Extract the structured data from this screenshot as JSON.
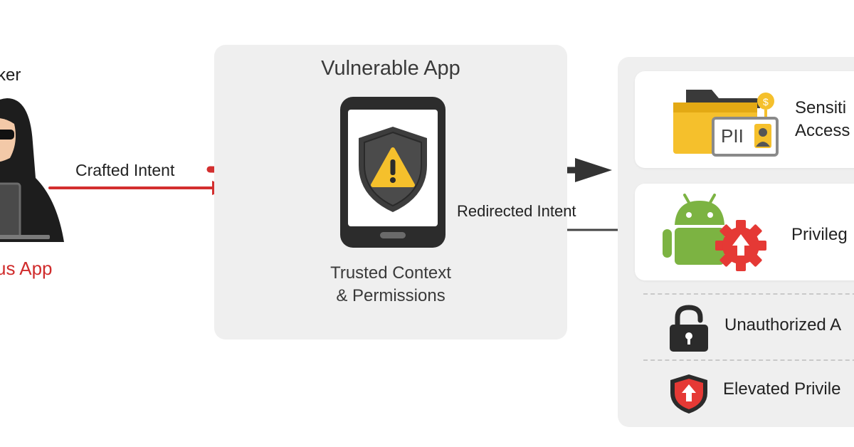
{
  "attacker": {
    "label": "ker",
    "app_label": "us App"
  },
  "flows": {
    "crafted_intent": "Crafted Intent",
    "redirected_intent": "Redirected Intent"
  },
  "vulnerable_app": {
    "title": "Vulnerable App",
    "context_line1": "Trusted Context",
    "context_line2": "& Permissions"
  },
  "outcomes": {
    "sensitive_line1": "Sensiti",
    "sensitive_line2": "Access",
    "pii_label": "PII",
    "privilege": "Privileg",
    "unauthorized": "Unauthorized A",
    "elevated": "Elevated Privile"
  },
  "icons": {
    "attacker": "hooded-hacker-icon",
    "shield": "warning-shield-icon",
    "folder": "folder-icon",
    "android": "android-icon",
    "gear": "gear-arrow-icon",
    "lock": "unlocked-padlock-icon",
    "red_shield": "red-shield-arrow-icon"
  },
  "colors": {
    "attack_red": "#d32f2f",
    "flow_dark": "#333333",
    "warning_yellow": "#f5c02c",
    "android_green": "#7cb342",
    "panel_gray": "#efefef"
  }
}
